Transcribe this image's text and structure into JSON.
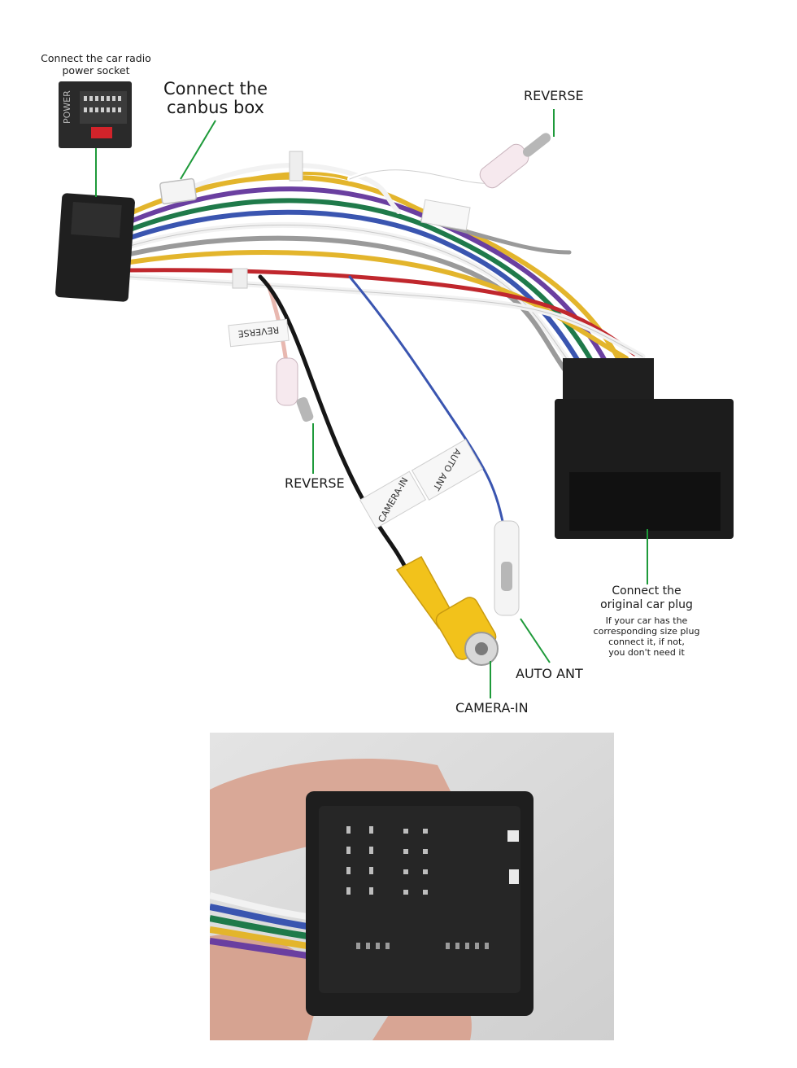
{
  "labels": {
    "power_socket": [
      "Connect the car radio",
      "power socket"
    ],
    "canbus": [
      "Connect the",
      "canbus box"
    ],
    "reverse_top": "REVERSE",
    "reverse_left": "REVERSE",
    "camera_in": "CAMERA-IN",
    "auto_ant": "AUTO ANT",
    "original_plug": [
      "Connect the",
      "original car plug"
    ],
    "original_plug_note": [
      "If your car has the",
      "corresponding size plug",
      "connect it, if not,",
      "you don't need it"
    ]
  },
  "wire_tags": {
    "reverse_tag": "REVERSE",
    "camera_tag": "CAMERA-IN",
    "auto_ant_tag": "AUTO ANT"
  },
  "inset_connector": {
    "power_label": "POWER"
  },
  "colors": {
    "leader_line": "#1e9a3a",
    "plug_black": "#1f1f1f",
    "rca_yellow": "#f2c21b",
    "wire_blue": "#3a55b0",
    "wire_yellow": "#e3b52c",
    "wire_green": "#1f7a4a",
    "wire_purple": "#6a3fa0",
    "wire_red": "#c0272d",
    "wire_gray": "#9a9a9a",
    "wire_white": "#f2f2f2"
  }
}
